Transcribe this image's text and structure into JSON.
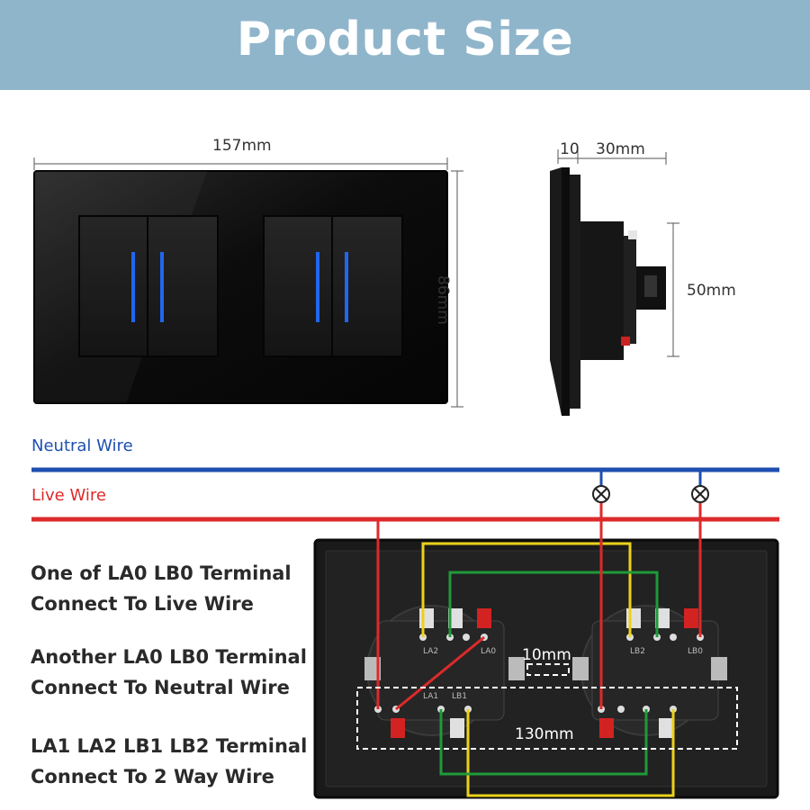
{
  "banner": {
    "title": "Product Size"
  },
  "dimensions": {
    "front_width": "157mm",
    "front_height": "86mm",
    "side_plate": "10",
    "side_depth": "30mm",
    "side_height": "50mm",
    "terminal_spacing": "10mm",
    "terminal_width": "130mm"
  },
  "wires": {
    "neutral_label": "Neutral Wire",
    "live_label": "Live Wire",
    "neutral_color": "#1f4fb0",
    "live_color": "#dd2a2a",
    "two_way_color": "#ecd21a",
    "bridge_color": "#1f9a3a"
  },
  "switch": {
    "indicator_color": "#2266ee",
    "terminals": [
      "LA2",
      "LA0",
      "LB2",
      "LB0",
      "LA1",
      "LB1"
    ]
  },
  "instructions": [
    {
      "line1": "One of LA0 LB0 Terminal",
      "line2": "Connect To Live Wire"
    },
    {
      "line1": "Another LA0 LB0 Terminal",
      "line2": "Connect To Neutral Wire"
    },
    {
      "line1": "LA1 LA2 LB1 LB2 Terminal",
      "line2": "Connect To 2 Way Wire"
    }
  ]
}
